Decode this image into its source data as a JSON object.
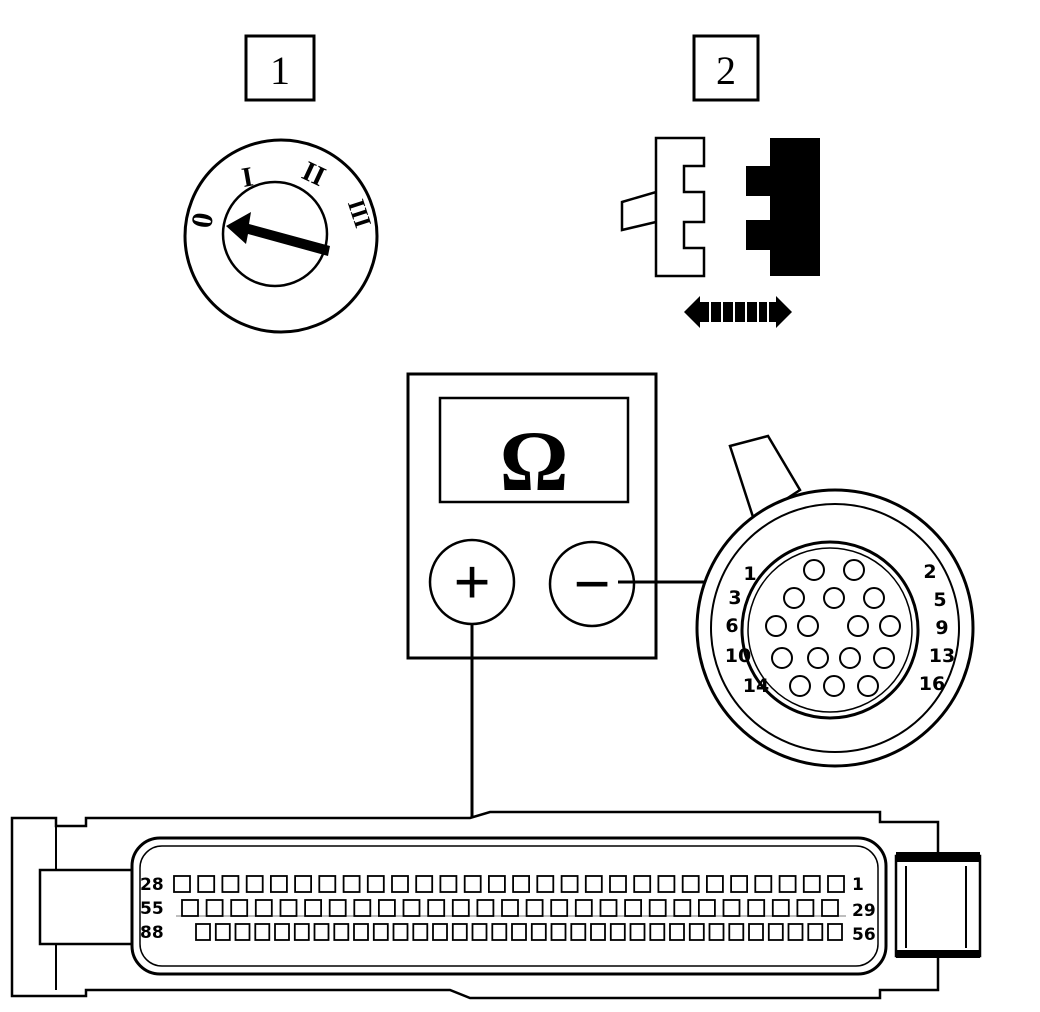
{
  "steps": [
    {
      "number": "1"
    },
    {
      "number": "2"
    }
  ],
  "ignition_switch": {
    "positions": [
      "0",
      "I",
      "II",
      "III"
    ]
  },
  "ohmmeter": {
    "unit_symbol": "Ω",
    "positive_terminal": "+",
    "negative_terminal": "−"
  },
  "round_connector": {
    "pin_labels": [
      "1",
      "2",
      "3",
      "5",
      "6",
      "9",
      "10",
      "13",
      "14",
      "16"
    ]
  },
  "ecu_connector": {
    "row_labels_left": [
      "28",
      "55",
      "88"
    ],
    "row_labels_right": [
      "1",
      "29",
      "56"
    ]
  }
}
